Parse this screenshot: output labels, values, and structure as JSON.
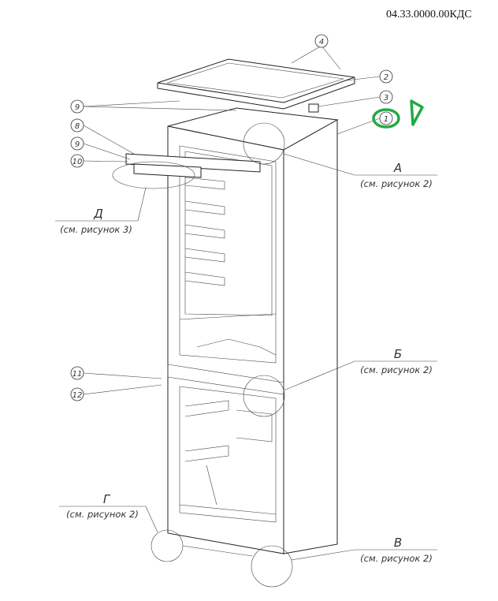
{
  "document_code": "04.33.0000.00КДС",
  "balloons": {
    "b4": "4",
    "b2": "2",
    "b3": "3",
    "b1": "1",
    "b9a": "9",
    "b8": "8",
    "b9b": "9",
    "b10": "10",
    "b11": "11",
    "b12": "12"
  },
  "views": {
    "A": {
      "letter": "А",
      "ref": "(см. рисунок 2)"
    },
    "D": {
      "letter": "Д",
      "ref": "(см. рисунок 3)"
    },
    "B": {
      "letter": "Б",
      "ref": "(см. рисунок 2)"
    },
    "G": {
      "letter": "Г",
      "ref": "(см. рисунок 2)"
    },
    "V": {
      "letter": "В",
      "ref": "(см. рисунок 2)"
    }
  },
  "colors": {
    "annotation": "#22aa44",
    "line": "#222222"
  }
}
